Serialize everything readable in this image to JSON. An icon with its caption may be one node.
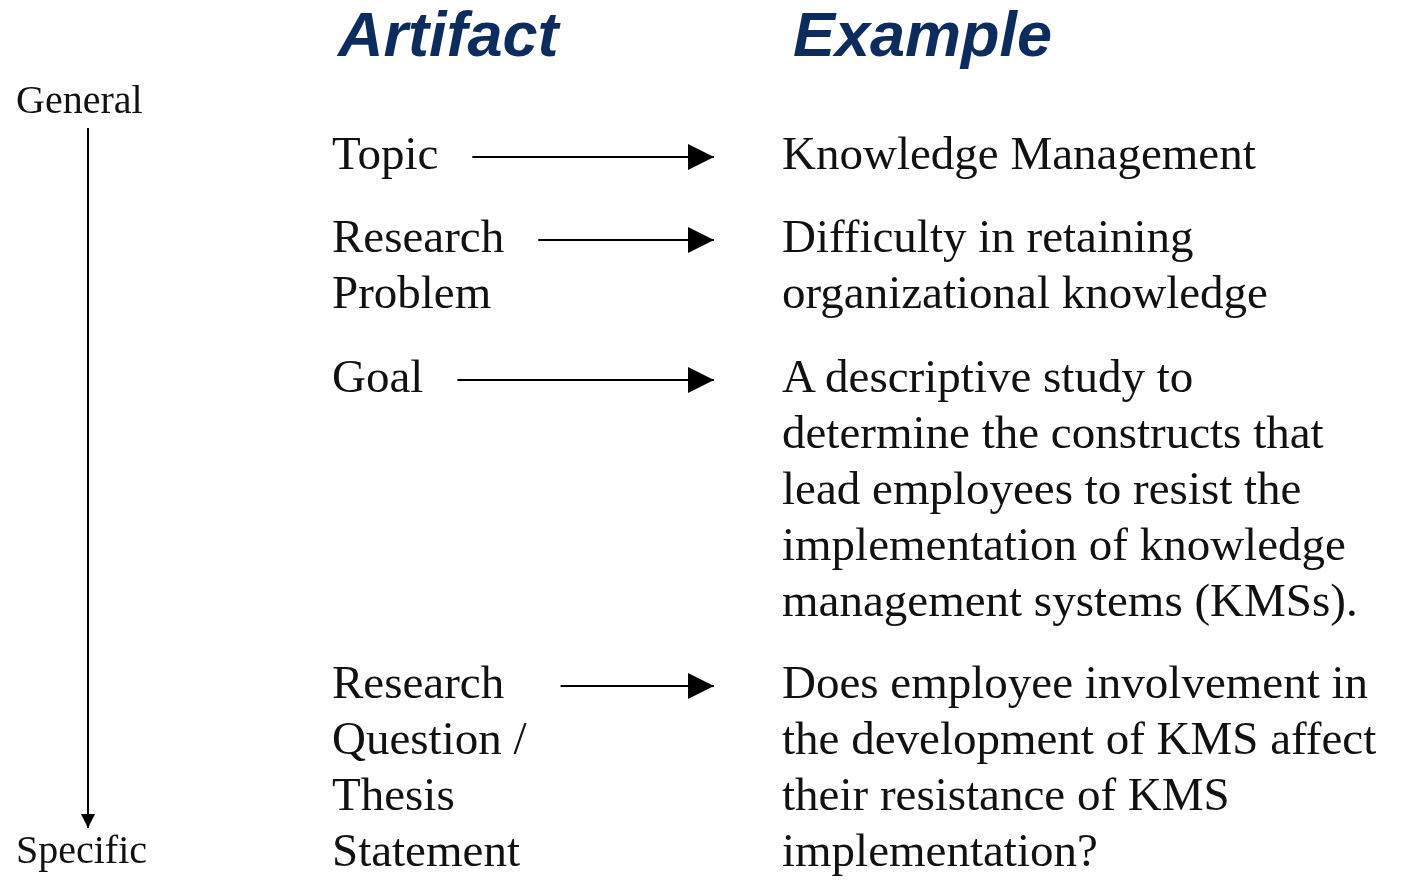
{
  "diagram": {
    "nodes": [
      {
        "text": [
          "General"
        ]
      },
      {
        "text": [
          "Topic"
        ]
      },
      {
        "text": [
          "Knowledge Management"
        ]
      },
      {
        "text": [
          "Research Problem"
        ]
      },
      {
        "text": [
          "Difficulty in retaining organizational knowledge"
        ]
      },
      {
        "text": [
          "Goal"
        ]
      },
      {
        "text": [
          "A descriptive study to determine the constructs that lead employees to resist the implementation of knowledge management systems (KMSs)."
        ]
      },
      {
        "text": [
          "Research Question / Thesis Statement"
        ]
      },
      {
        "text": [
          "Does employee involvement in the development of KMS affect their resistance of KMS implementation?"
        ]
      },
      {
        "text": [
          "Specific"
        ]
      }
    ],
    "edges": [
      {
        "from": 0,
        "to": 9,
        "arrow": "to"
      },
      {
        "from": 1,
        "to": 2,
        "arrow": "to"
      },
      {
        "from": 3,
        "to": 4,
        "arrow": "to"
      },
      {
        "from": 5,
        "to": 6,
        "arrow": "to"
      },
      {
        "from": 7,
        "to": 8,
        "arrow": "to"
      }
    ],
    "labels": [
      "Artifact",
      "Example"
    ]
  }
}
